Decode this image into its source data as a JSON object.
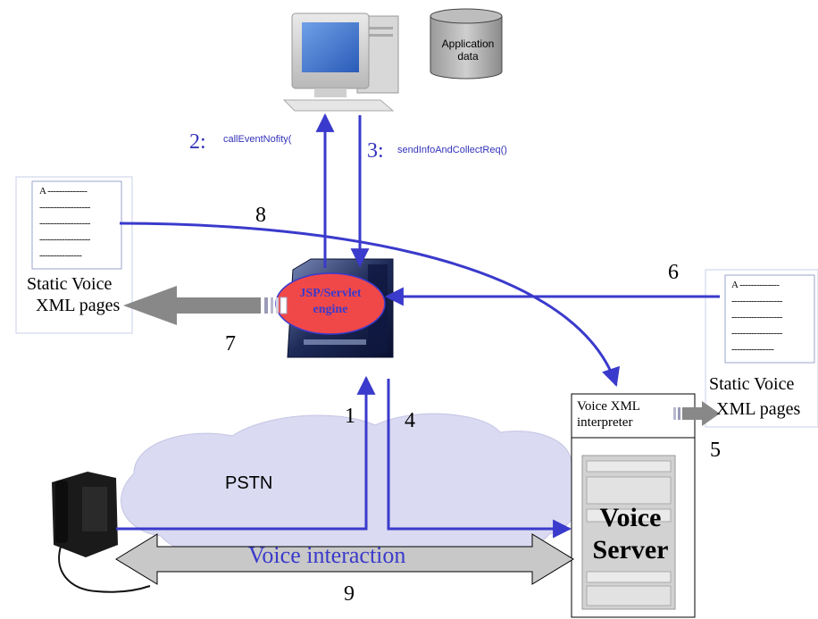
{
  "database": {
    "label_line1": "Application",
    "label_line2": "data"
  },
  "step2": {
    "number": "2:",
    "call": "callEventNofity("
  },
  "step3": {
    "number": "3:",
    "call": "sendInfoAndCollectReq()"
  },
  "labels": {
    "n1": "1",
    "n4": "4",
    "n5": "5",
    "n6": "6",
    "n7": "7",
    "n8": "8",
    "n9": "9"
  },
  "engine": {
    "line1": "JSP/Servlet",
    "line2": "engine"
  },
  "left_doc": {
    "lines": [
      "A --------------",
      "------------------",
      "------------------",
      "------------------",
      "---------------"
    ],
    "caption_line1": "Static Voice",
    "caption_line2": "XML pages"
  },
  "right_doc": {
    "lines": [
      "A --------------",
      "------------------",
      "------------------",
      "------------------",
      "---------------"
    ],
    "caption_line1": "Static Voice",
    "caption_line2": "XML pages"
  },
  "network": {
    "label": "PSTN"
  },
  "voice_interaction": {
    "label": "Voice interaction"
  },
  "voice_server": {
    "interpreter_line1": "Voice XML",
    "interpreter_line2": "interpreter",
    "server_line1": "Voice",
    "server_line2": "Server"
  },
  "colors": {
    "flow_blue": "#3a3acc",
    "engine_red": "#f04848",
    "pstn_cloud": "#dadaf2",
    "grey_arrow": "#888888"
  }
}
